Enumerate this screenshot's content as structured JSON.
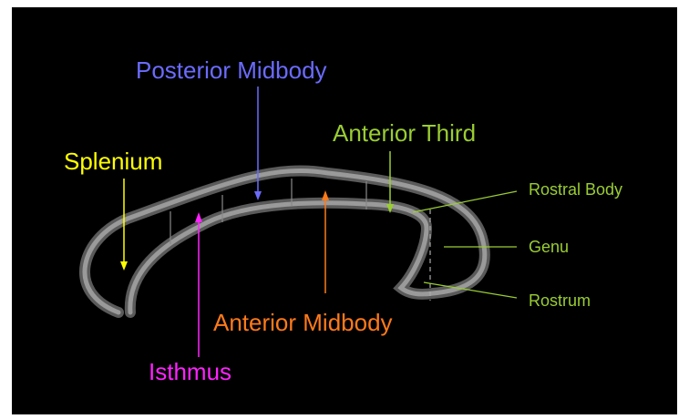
{
  "labels": {
    "posterior_midbody": "Posterior Midbody",
    "anterior_third": "Anterior Third",
    "splenium": "Splenium",
    "rostral_body": "Rostral Body",
    "genu": "Genu",
    "rostrum": "Rostrum",
    "anterior_midbody": "Anterior Midbody",
    "isthmus": "Isthmus"
  },
  "colors": {
    "background": "#000000",
    "posterior_midbody": "#6b6bff",
    "anterior_third": "#9acd32",
    "splenium": "#ffff00",
    "green_labels": "#9acd32",
    "anterior_midbody": "#ff7a1a",
    "isthmus": "#ff22ff",
    "outline": "#9a9a9a"
  }
}
